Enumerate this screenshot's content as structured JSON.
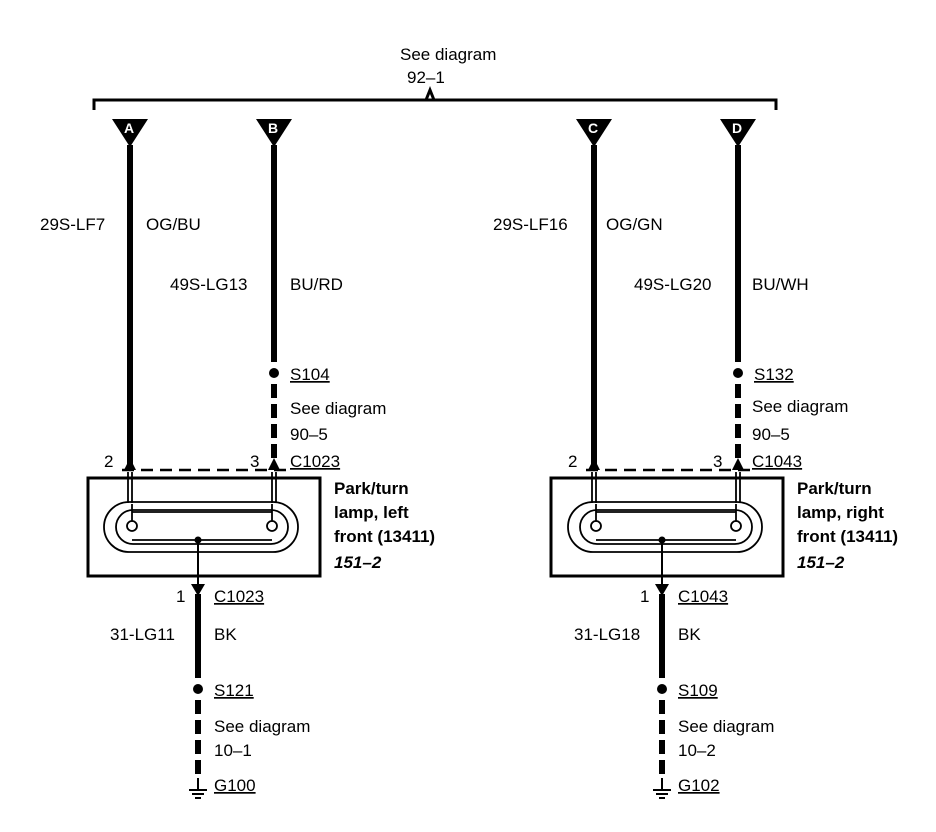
{
  "top_ref": {
    "line1": "See diagram",
    "line2": "92–1"
  },
  "pins": {
    "a": "A",
    "b": "B",
    "c": "C",
    "d": "D"
  },
  "left": {
    "wire_a": {
      "circuit": "29S-LF7",
      "color": "OG/BU"
    },
    "wire_b": {
      "circuit": "49S-LG13",
      "color": "BU/RD"
    },
    "splice": {
      "id": "S104",
      "ref1": "See diagram",
      "ref2": "90–5"
    },
    "connector_top": {
      "pin_a": "2",
      "pin_b": "3",
      "id": "C1023"
    },
    "lamp": {
      "line1": "Park/turn",
      "line2": "lamp, left",
      "line3": "front (13411)",
      "line4": "151–2"
    },
    "connector_bottom": {
      "pin": "1",
      "id": "C1023"
    },
    "ground_wire": {
      "circuit": "31-LG11",
      "color": "BK"
    },
    "ground_splice": {
      "id": "S121",
      "ref1": "See diagram",
      "ref2": "10–1"
    },
    "ground": {
      "id": "G100"
    }
  },
  "right": {
    "wire_c": {
      "circuit": "29S-LF16",
      "color": "OG/GN"
    },
    "wire_d": {
      "circuit": "49S-LG20",
      "color": "BU/WH"
    },
    "splice": {
      "id": "S132",
      "ref1": "See diagram",
      "ref2": "90–5"
    },
    "connector_top": {
      "pin_a": "2",
      "pin_b": "3",
      "id": "C1043"
    },
    "lamp": {
      "line1": "Park/turn",
      "line2": "lamp, right",
      "line3": "front (13411)",
      "line4": "151–2"
    },
    "connector_bottom": {
      "pin": "1",
      "id": "C1043"
    },
    "ground_wire": {
      "circuit": "31-LG18",
      "color": "BK"
    },
    "ground_splice": {
      "id": "S109",
      "ref1": "See diagram",
      "ref2": "10–2"
    },
    "ground": {
      "id": "G102"
    }
  }
}
